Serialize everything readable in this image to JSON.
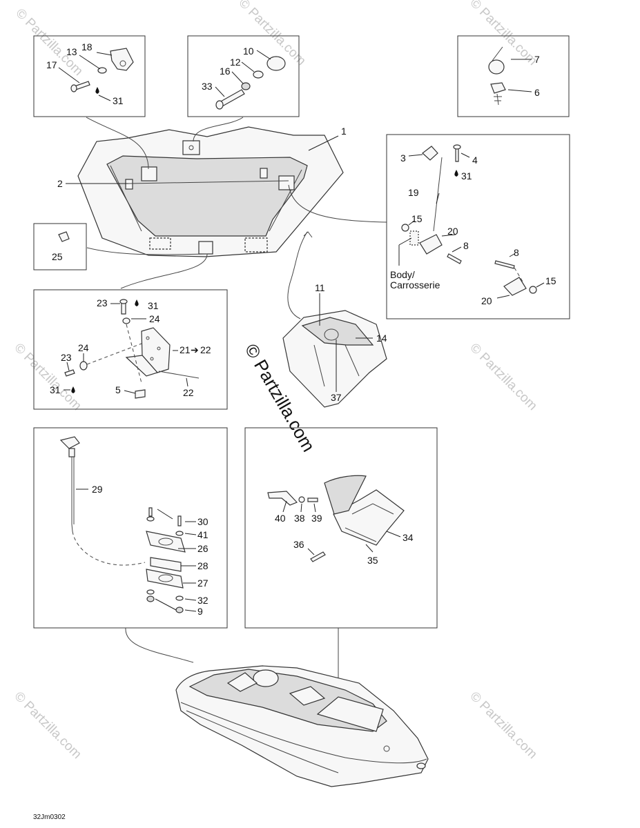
{
  "callouts": {
    "n1": "1",
    "n2": "2",
    "n3": "3",
    "n4": "4",
    "n5": "5",
    "n6": "6",
    "n7": "7",
    "n8a": "8",
    "n8b": "8",
    "n9": "9",
    "n10": "10",
    "n11": "11",
    "n12": "12",
    "n13": "13",
    "n14": "14",
    "n15a": "15",
    "n15b": "15",
    "n16": "16",
    "n17": "17",
    "n18": "18",
    "n19": "19",
    "n20a": "20",
    "n20b": "20",
    "n21": "21",
    "n22a": "22",
    "n22b": "22",
    "n23a": "23",
    "n23b": "23",
    "n24a": "24",
    "n24b": "24",
    "n25": "25",
    "n26": "26",
    "n27": "27",
    "n28": "28",
    "n29": "29",
    "n30": "30",
    "n31a": "31",
    "n31b": "31",
    "n31c": "31",
    "n31d": "31",
    "n32": "32",
    "n33": "33",
    "n34": "34",
    "n35": "35",
    "n36": "36",
    "n37": "37",
    "n38": "38",
    "n39": "39",
    "n40": "40",
    "n41": "41"
  },
  "labels": {
    "body_line1": "Body/",
    "body_line2": "Carrosserie",
    "arrow_symbol": "➔"
  },
  "diagram_code": "32Jm0302",
  "watermark": {
    "center": "© Partzilla.com",
    "tile": "© Partzilla.com"
  }
}
